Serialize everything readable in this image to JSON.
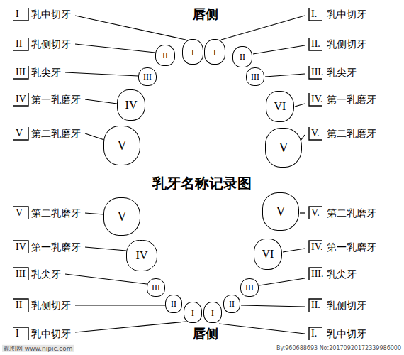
{
  "diagram": {
    "title": "乳牙名称记录图",
    "nodes": [
      {
        "text": [
          "I"
        ]
      },
      {
        "text": [
          "I"
        ]
      },
      {
        "text": [
          "II"
        ]
      },
      {
        "text": [
          "II"
        ]
      },
      {
        "text": [
          "III"
        ]
      },
      {
        "text": [
          "III"
        ]
      },
      {
        "text": [
          "IV"
        ]
      },
      {
        "text": [
          "VI"
        ]
      },
      {
        "text": [
          "V"
        ]
      },
      {
        "text": [
          "V"
        ]
      },
      {
        "text": [
          "V"
        ]
      },
      {
        "text": [
          "V"
        ]
      },
      {
        "text": [
          "IV"
        ]
      },
      {
        "text": [
          "VI"
        ]
      },
      {
        "text": [
          "III"
        ]
      },
      {
        "text": [
          "III"
        ]
      },
      {
        "text": [
          "II"
        ]
      },
      {
        "text": [
          "II"
        ]
      },
      {
        "text": [
          "I"
        ]
      },
      {
        "text": [
          "I"
        ]
      }
    ],
    "labels": [
      "唇侧",
      "I",
      "乳中切牙",
      "I.",
      "乳中切牙",
      "II",
      "乳侧切牙",
      "II.",
      "乳侧切牙",
      "III",
      "乳尖牙",
      "III.",
      "乳尖牙",
      "IV",
      "第一乳磨牙",
      "IV.",
      "第一乳磨牙",
      "V",
      "第二乳磨牙",
      "V.",
      "第二乳磨牙",
      "V",
      "第二乳磨牙",
      "V.",
      "第二乳磨牙",
      "IV",
      "第一乳磨牙",
      "IV.",
      "第一乳磨牙",
      "III",
      "乳尖牙",
      "III.",
      "乳尖牙",
      "II",
      "乳侧切牙",
      "II.",
      "乳侧切牙",
      "I",
      "乳中切牙",
      "I.",
      "乳中切牙",
      "唇侧",
      "昵图网 www.nipic.com",
      "By:960688693 No:20170920172339986000"
    ]
  }
}
